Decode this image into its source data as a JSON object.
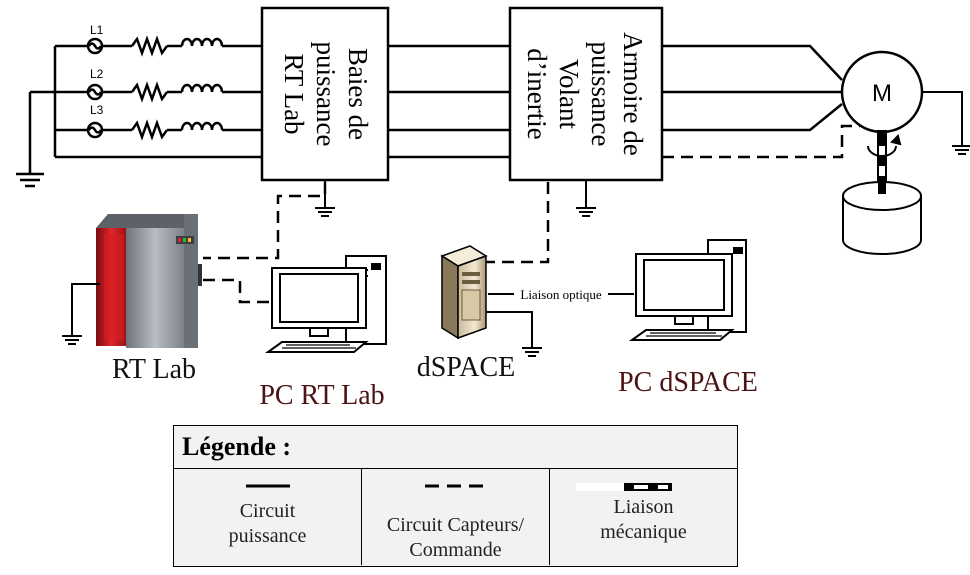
{
  "phases": [
    "L1",
    "L2",
    "L3"
  ],
  "blocks": {
    "rtlab_bay": [
      "Baies de",
      "puissance",
      "RT Lab"
    ],
    "flywheel_cabinet": [
      "Armoire de",
      "puissance",
      "Volant",
      "d’inertie"
    ]
  },
  "motor_label": "M",
  "devices": {
    "rtlab": "RT Lab",
    "pc_rtlab": "PC RT Lab",
    "dspace": "dSPACE",
    "pc_dspace": "PC dSPACE",
    "optical_link": "Liaison optique"
  },
  "legend": {
    "title": "Légende :",
    "items": [
      {
        "line": "solid",
        "text": [
          "Circuit",
          "puissance"
        ]
      },
      {
        "line": "dashed",
        "text": [
          "Circuit Capteurs/",
          "Commande"
        ]
      },
      {
        "line": "mechanical",
        "text": [
          "Liaison",
          "mécanique"
        ]
      }
    ]
  },
  "colors": {
    "line": "#000000",
    "label_dark_red": "#4a1414",
    "rack_red": "#c0161b",
    "rack_grey": "#8a8f96",
    "legend_bg": "#f2f2f2"
  }
}
